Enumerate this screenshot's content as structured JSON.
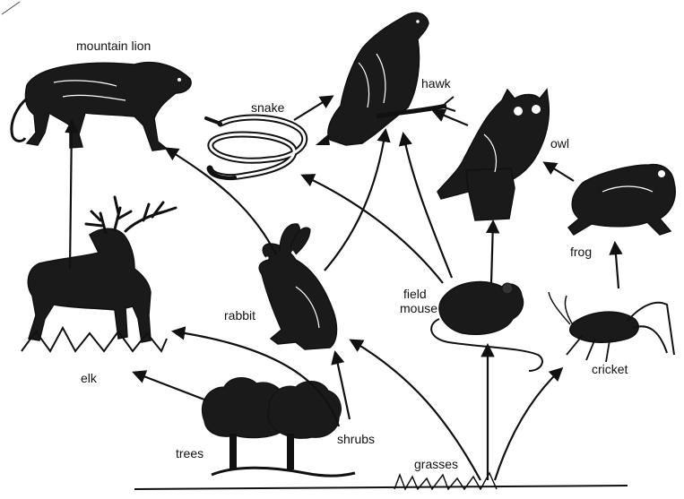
{
  "organisms": {
    "mountain_lion": "mountain lion",
    "hawk": "hawk",
    "snake": "snake",
    "owl": "owl",
    "elk": "elk",
    "rabbit": "rabbit",
    "field_mouse_line1": "field",
    "field_mouse_line2": "mouse",
    "frog": "frog",
    "cricket": "cricket",
    "trees": "trees",
    "shrubs": "shrubs",
    "grasses": "grasses"
  },
  "links": [
    {
      "from": "elk",
      "to": "mountain lion"
    },
    {
      "from": "rabbit",
      "to": "mountain lion"
    },
    {
      "from": "snake",
      "to": "hawk"
    },
    {
      "from": "rabbit",
      "to": "hawk"
    },
    {
      "from": "field mouse",
      "to": "hawk"
    },
    {
      "from": "owl",
      "to": "hawk"
    },
    {
      "from": "field mouse",
      "to": "snake"
    },
    {
      "from": "field mouse",
      "to": "owl"
    },
    {
      "from": "frog",
      "to": "owl"
    },
    {
      "from": "cricket",
      "to": "frog"
    },
    {
      "from": "trees",
      "to": "elk"
    },
    {
      "from": "shrubs",
      "to": "elk"
    },
    {
      "from": "shrubs",
      "to": "rabbit"
    },
    {
      "from": "grasses",
      "to": "rabbit"
    },
    {
      "from": "grasses",
      "to": "field mouse"
    },
    {
      "from": "grasses",
      "to": "cricket"
    }
  ]
}
